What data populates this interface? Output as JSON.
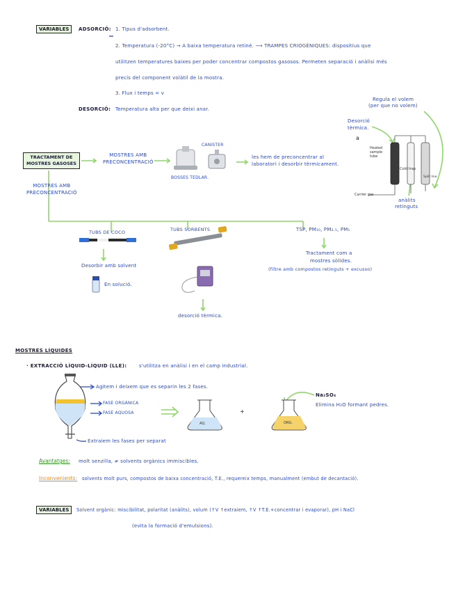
{
  "top": {
    "variables_box": "VARIABLES",
    "adsorcio_label": "ADSORCIÓ:",
    "item1": "1. Tipus d'adsorbent.",
    "item2_a": "2. Temperatura (-20°C) → A baixa temperatura retiné. ⟶ TRAMPES CRIOGÈNIQUES: dispositius que",
    "item2_b": "utilitzen temperatures baixes per poder concentrar compostos gasosos. Permeten separació i anàlisi més",
    "item2_c": "precís del component volàtil de la mostra.",
    "item3": "3. Flux i temps = v",
    "desorcio_label": "DESORCIÓ:",
    "desorcio_text": "Temperatura alta per que deixi anar."
  },
  "diagram": {
    "regula_volem": "Regula el volem",
    "regula_volem2": "(per que no volem)",
    "desorcio_termica": "Desorció",
    "desorcio_termica2": "tèrmica.",
    "letter_a": "a",
    "heated_tube": "Heated sample tube",
    "cold_trap": "Cold trap",
    "split_line": "Split line",
    "carrier_gas": "Carrier gas",
    "analits": "anàlits",
    "retinguts": "retinguts"
  },
  "flow": {
    "tractament_1": "TRACTAMENT DE",
    "tractament_2": "MOSTRES GASOSES",
    "amb_pre_1": "MOSTRES AMB",
    "amb_pre_2": "PRECONCENTRACIÓ",
    "canister": "CANISTER",
    "bosses": "BOSSES TEDLAR.",
    "preconcentrar_1": "les hem de preconcentrar al",
    "preconcentrar_2": "laboratori i desorbir tèrmicament.",
    "sense_pre_1": "MOSTRES AMB",
    "sense_pre_2": "PRECONCENTRACIÓ",
    "tubs_coco": "TUBS DE COCO",
    "desorbir_solvent": "Desorbir amb solvent",
    "en_solucio": "En solució.",
    "tubs_sorbents": "TUBS SORBENTS",
    "desorcio_termica": "desorció tèrmica.",
    "tsp": "TSP, PM₁₀, PM₂.₅, PM₁",
    "tractament_solides_1": "Tractament com a",
    "tractament_solides_2": "mostres sòlides.",
    "tractament_solides_3": "(filtre amb compostos retinguts + excusso)"
  },
  "liquids": {
    "heading": "MOSTRES LÍQUIDES",
    "lle_title": "· EXTRACCIÓ LÍQUID-LÍQUID (LLE):",
    "lle_text": "s'utilitza en anàlisi i en el camp industrial.",
    "agitem": "Agitem i deixem que es separin les 2 fases.",
    "fase_org": "FASE ORGÀNICA",
    "fase_aq": "FASE AQUOSA",
    "extraiem": "Extraiem les fases per separat",
    "flask_aq": "AQ.",
    "flask_org": "ORG.",
    "plus": "+",
    "na2so4": "Na₂SO₄",
    "elimina": "Elimina H₂O formant pedres.",
    "avantatges_label": "Avantatges:",
    "avantatges_text": "molt senzilla, ≠ solvents orgànics immiscibles.",
    "inconv_label": "Inconvenients:",
    "inconv_text": "solvents molt purs, compostos de baixa concentració, T.E., requereix temps, manualment (embut de decantació).",
    "variables_box": "VARIABLES",
    "var_text_1": "Solvent orgànic: miscibilitat, polaritat (anàlits), volum (↑V ↑extraiem, ↑V ↑T.E.+concentrar i evaporar), pH i NaCl",
    "var_text_2": "(evita la formació d'emulsions)."
  },
  "colors": {
    "ink": "#2a48c9",
    "green": "#8fd66a",
    "yellow": "#f2c230",
    "orange": "#f08a1a",
    "highlight": "#e9f6df"
  }
}
